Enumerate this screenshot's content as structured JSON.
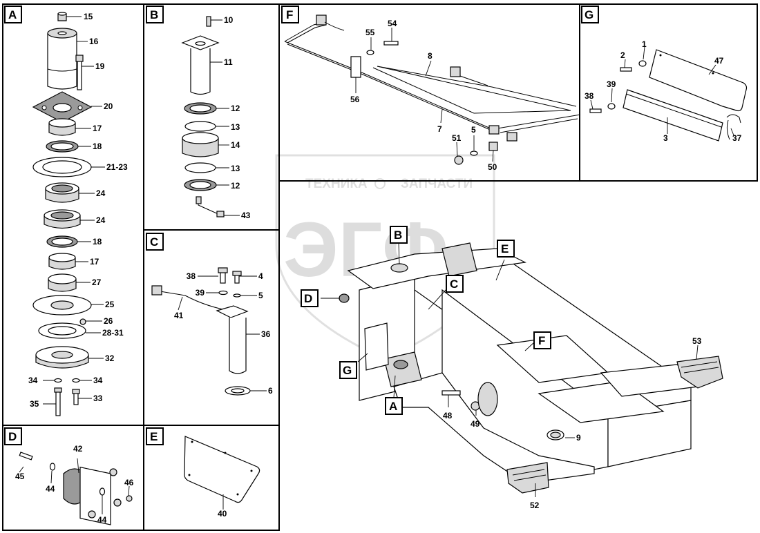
{
  "watermark": {
    "line1": "ТЕХНИКА",
    "line2": "ЗАПЧАСТИ",
    "logo": "ЭГФ"
  },
  "sections": {
    "A": {
      "label": "A",
      "callouts": [
        "15",
        "16",
        "19",
        "20",
        "17",
        "18",
        "21-23",
        "24",
        "24",
        "18",
        "17",
        "27",
        "25",
        "26",
        "28-31",
        "32",
        "34",
        "34",
        "35",
        "33"
      ]
    },
    "B": {
      "label": "B",
      "callouts": [
        "10",
        "11",
        "12",
        "13",
        "14",
        "13",
        "12",
        "43"
      ]
    },
    "C": {
      "label": "C",
      "callouts": [
        "38",
        "4",
        "39",
        "5",
        "41",
        "36",
        "6"
      ]
    },
    "D": {
      "label": "D",
      "callouts": [
        "42",
        "45",
        "44",
        "46",
        "44"
      ]
    },
    "E": {
      "label": "E",
      "callouts": [
        "40"
      ]
    },
    "F": {
      "label": "F",
      "callouts": [
        "55",
        "54",
        "8",
        "56",
        "7",
        "5",
        "51",
        "50"
      ]
    },
    "G": {
      "label": "G",
      "callouts": [
        "2",
        "1",
        "47",
        "38",
        "39",
        "3",
        "37"
      ]
    },
    "main": {
      "markers": [
        "B",
        "E",
        "D",
        "C",
        "F",
        "G",
        "A"
      ],
      "callouts": [
        "53",
        "48",
        "49",
        "9",
        "52"
      ]
    }
  }
}
